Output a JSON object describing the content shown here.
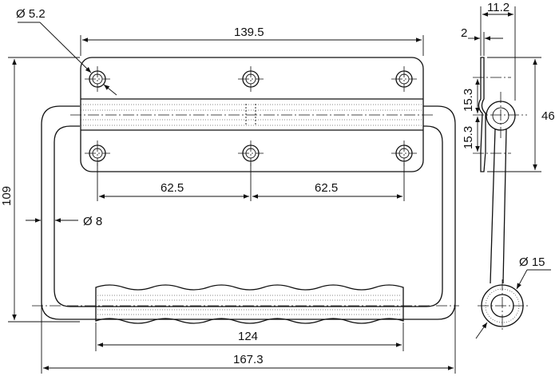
{
  "dimensions": {
    "hole_diameter": "Ø 5.2",
    "plate_width": "139.5",
    "hole_spacing_left": "62.5",
    "hole_spacing_right": "62.5",
    "overall_height": "109",
    "wire_diameter": "Ø 8",
    "grip_length": "124",
    "overall_width": "167.3",
    "side_depth": "11.2",
    "side_thickness": "2",
    "side_upper": "15.3",
    "side_lower": "15.3",
    "side_height": "46",
    "tube_diameter": "Ø 15"
  }
}
